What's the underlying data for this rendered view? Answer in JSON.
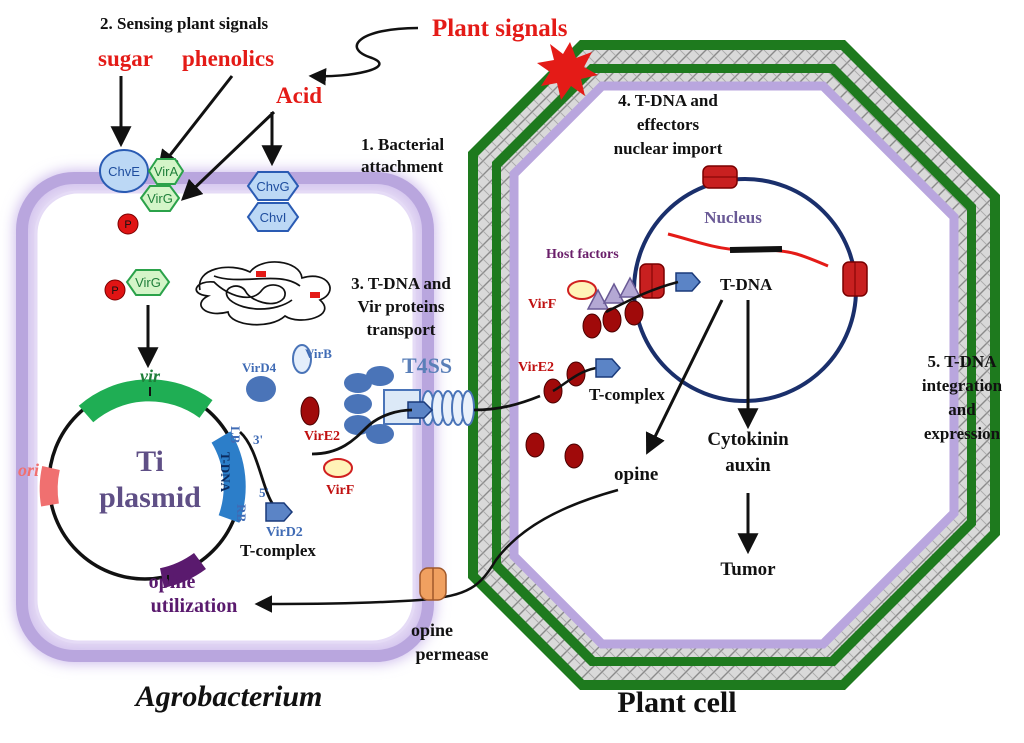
{
  "colors": {
    "signal_red": "#e41b17",
    "plant_green": "#1e7a1e",
    "membrane_purple": "#b9a6de",
    "nucleus_navy": "#1a2f6b",
    "protein_blue": "#4a74b8",
    "dark_red": "#9e0b0b",
    "vir_green": "#1fae54",
    "ori_pink": "#f07070",
    "opine_purple": "#5a1a6e",
    "permease_orange": "#f0a060",
    "chv_fill": "#bcd8f5",
    "vir_fill": "#d4f5c8"
  },
  "labels": {
    "sensing": "2. Sensing plant signals",
    "plant_signals": "Plant signals",
    "sugar": "sugar",
    "phenolics": "phenolics",
    "acid": "Acid",
    "attachment_l1": "1. Bacterial",
    "attachment_l2": "attachment",
    "tdna_import_l1": "4. T-DNA and",
    "tdna_import_l2": "effectors",
    "tdna_import_l3": "nuclear import",
    "transport_l1": "3. T-DNA and",
    "transport_l2": "Vir proteins",
    "transport_l3": "transport",
    "integration_l1": "5. T-DNA",
    "integration_l2": "integration",
    "integration_l3": "and",
    "integration_l4": "expression",
    "nucleus": "Nucleus",
    "host_factors": "Host factors",
    "tdna": "T-DNA",
    "virf_plant": "VirF",
    "vire2_plant": "VirE2",
    "tcomplex_plant": "T-complex",
    "cytokinin": "Cytokinin",
    "auxin": "auxin",
    "tumor": "Tumor",
    "opine_plant": "opine",
    "opine_permease_l1": "opine",
    "opine_permease_l2": "permease",
    "agrobacterium": "Agrobacterium",
    "plant_cell": "Plant cell",
    "chve": "ChvE",
    "vira": "VirA",
    "virg_top": "VirG",
    "p_top": "P",
    "chvg": "ChvG",
    "chvi": "ChvI",
    "virg_mid": "VirG",
    "p_mid": "P",
    "vir": "vir",
    "virb": "VirB",
    "vird4": "VirD4",
    "t4ss": "T4SS",
    "vire2_bac": "VirE2",
    "virf_bac": "VirF",
    "lb": "LB",
    "three_prime": "3'",
    "five_prime": "5'",
    "rb": "RB",
    "t_dna_box": "T-DNA",
    "vird2": "VirD2",
    "tcomplex_bac": "T-complex",
    "ti": "Ti",
    "plasmid": "plasmid",
    "ori": "ori",
    "opine_util_l1": "opine",
    "opine_util_l2": "utilization"
  }
}
